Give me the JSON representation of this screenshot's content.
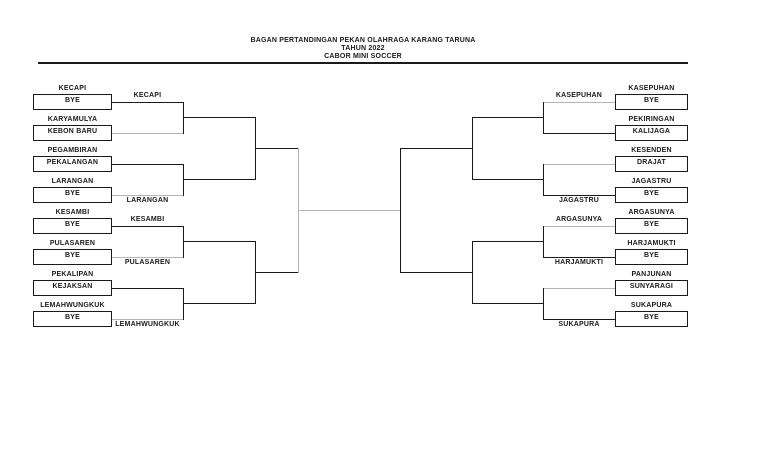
{
  "header": {
    "title_line1": "BAGAN PERTANDINGAN PEKAN OLAHRAGA KARANG TARUNA",
    "title_line2": "TAHUN 2022",
    "title_line3": "CABOR MINI SOCCER"
  },
  "bracket": {
    "left": {
      "matches": [
        {
          "team1": "KECAPI",
          "team2": "BYE",
          "winner": "KECAPI"
        },
        {
          "team1": "KARYAMULYA",
          "team2": "KEBON BARU",
          "winner": null
        },
        {
          "team1": "PEGAMBIRAN",
          "team2": "PEKALANGAN",
          "winner": null
        },
        {
          "team1": "LARANGAN",
          "team2": "BYE",
          "winner": "LARANGAN"
        },
        {
          "team1": "KESAMBI",
          "team2": "BYE",
          "winner": "KESAMBI"
        },
        {
          "team1": "PULASAREN",
          "team2": "BYE",
          "winner": "PULASAREN"
        },
        {
          "team1": "PEKALIPAN",
          "team2": "KEJAKSAN",
          "winner": null
        },
        {
          "team1": "LEMAHWUNGKUK",
          "team2": "BYE",
          "winner": "LEMAHWUNGKUK"
        }
      ]
    },
    "right": {
      "matches": [
        {
          "team1": "KASEPUHAN",
          "team2": "BYE",
          "winner": "KASEPUHAN"
        },
        {
          "team1": "PEKIRINGAN",
          "team2": "KALIJAGA",
          "winner": null
        },
        {
          "team1": "KESENDEN",
          "team2": "DRAJAT",
          "winner": null
        },
        {
          "team1": "JAGASTRU",
          "team2": "BYE",
          "winner": "JAGASTRU"
        },
        {
          "team1": "ARGASUNYA",
          "team2": "BYE",
          "winner": "ARGASUNYA"
        },
        {
          "team1": "HARJAMUKTI",
          "team2": "BYE",
          "winner": "HARJAMUKTI"
        },
        {
          "team1": "PANJUNAN",
          "team2": "SUNYARAGI",
          "winner": null
        },
        {
          "team1": "SUKAPURA",
          "team2": "BYE",
          "winner": "SUKAPURA"
        }
      ]
    }
  },
  "colors": {
    "line": "#1a1a1a",
    "line_light": "#b5b5b5",
    "text": "#1a1a1a",
    "background": "#ffffff"
  }
}
